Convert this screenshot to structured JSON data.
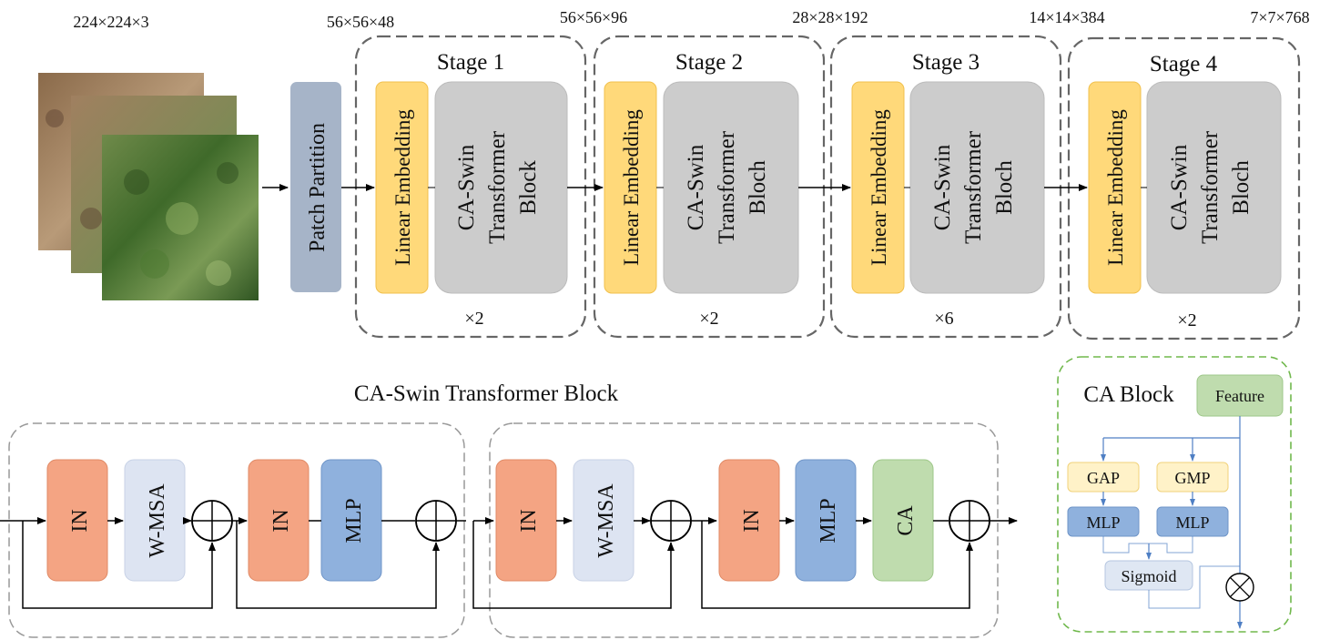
{
  "dims": {
    "input": "224×224×3",
    "after_patch": "56×56×48",
    "stage1_out": "56×56×96",
    "stage2_out": "28×28×192",
    "stage3_out": "14×14×384",
    "stage4_out": "7×7×768"
  },
  "patch_partition": "Patch Partition",
  "stages": [
    {
      "title": "Stage 1",
      "embed": "Linear Embedding",
      "block_lines": [
        "CA-Swin",
        "Transformer",
        "Block"
      ],
      "repeat": "×2"
    },
    {
      "title": "Stage 2",
      "embed": "Linear Embedding",
      "block_lines": [
        "CA-Swin",
        "Transformer",
        "Bloch"
      ],
      "repeat": "×2"
    },
    {
      "title": "Stage 3",
      "embed": "Linear Embedding",
      "block_lines": [
        "CA-Swin",
        "Transformer",
        "Bloch"
      ],
      "repeat": "×6"
    },
    {
      "title": "Stage 4",
      "embed": "Linear Embedding",
      "block_lines": [
        "CA-Swin",
        "Transformer",
        "Bloch"
      ],
      "repeat": "×2"
    }
  ],
  "ca_swin": {
    "title": "CA-Swin Transformer Block",
    "block1": {
      "in1": "IN",
      "wmsa": "W-MSA",
      "in2": "IN",
      "mlp": "MLP"
    },
    "block2": {
      "in1": "IN",
      "wmsa": "W-MSA",
      "in2": "IN",
      "mlp": "MLP",
      "ca": "CA"
    }
  },
  "ca_block": {
    "title": "CA Block",
    "feature": "Feature",
    "gap": "GAP",
    "gmp": "GMP",
    "mlp1": "MLP",
    "mlp2": "MLP",
    "sigmoid": "Sigmoid"
  },
  "colors": {
    "patch": "#a6b4c8",
    "embed": "#ffd97a",
    "block": "#cccccc",
    "norm": "#f4a483",
    "wmsa": "#dde4f2",
    "mlp": "#8fb1dd",
    "ca": "#bfdcae",
    "gap": "#fff2c8",
    "sigmoid": "#dfe7f3",
    "ca_border": "#70b84c",
    "arrow_blue": "#4f7fc4"
  }
}
